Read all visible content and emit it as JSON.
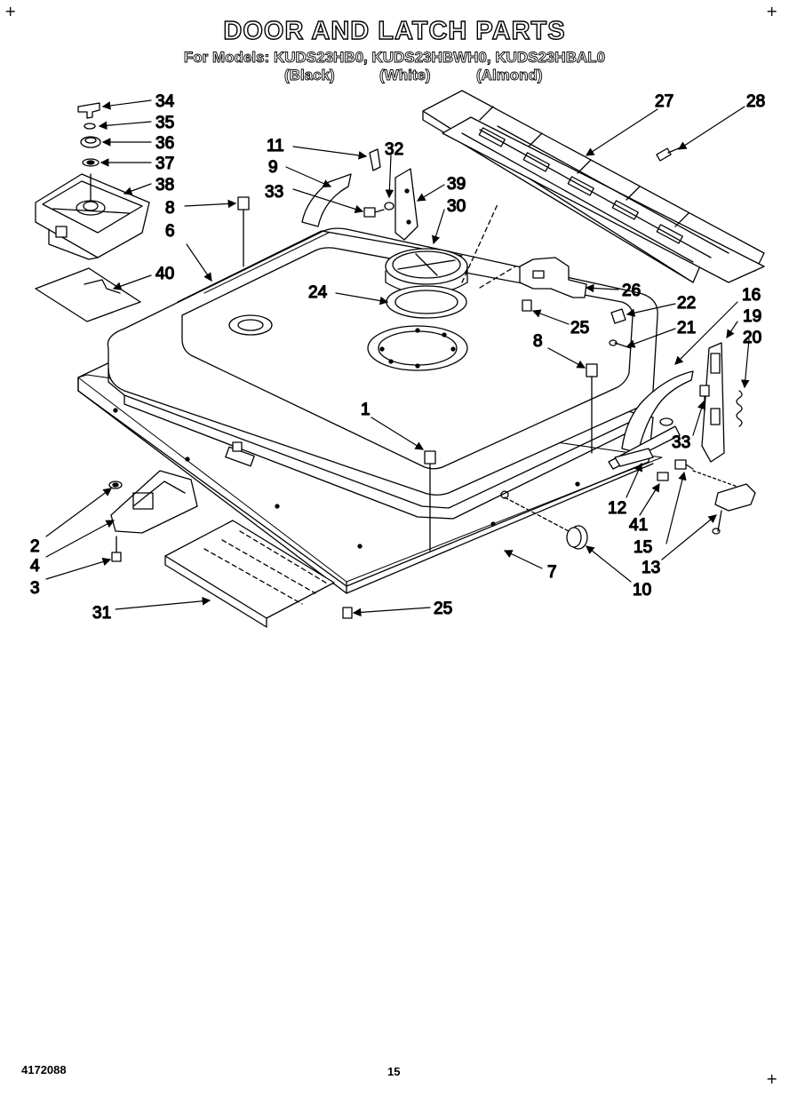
{
  "header": {
    "title": "DOOR AND LATCH PARTS",
    "models_line": "For Models: KUDS23HB0, KUDS23HBWH0, KUDS23HBAL0",
    "color_black": "(Black)",
    "color_white": "(White)",
    "color_almond": "(Almond)"
  },
  "callouts": {
    "c34": "34",
    "c35": "35",
    "c36": "36",
    "c37": "37",
    "c38": "38",
    "c8a": "8",
    "c6": "6",
    "c40": "40",
    "c11": "11",
    "c9": "9",
    "c32": "32",
    "c33a": "33",
    "c39": "39",
    "c30": "30",
    "c27": "27",
    "c28": "28",
    "c24": "24",
    "c26": "26",
    "c25a": "25",
    "c22": "22",
    "c21": "21",
    "c16": "16",
    "c19": "19",
    "c20": "20",
    "c8b": "8",
    "c1": "1",
    "c33b": "33",
    "c12": "12",
    "c41": "41",
    "c15": "15",
    "c13": "13",
    "c2": "2",
    "c4": "4",
    "c3": "3",
    "c7": "7",
    "c10": "10",
    "c31": "31",
    "c25b": "25"
  },
  "footer": {
    "doc_number": "4172088",
    "page_number": "15"
  }
}
